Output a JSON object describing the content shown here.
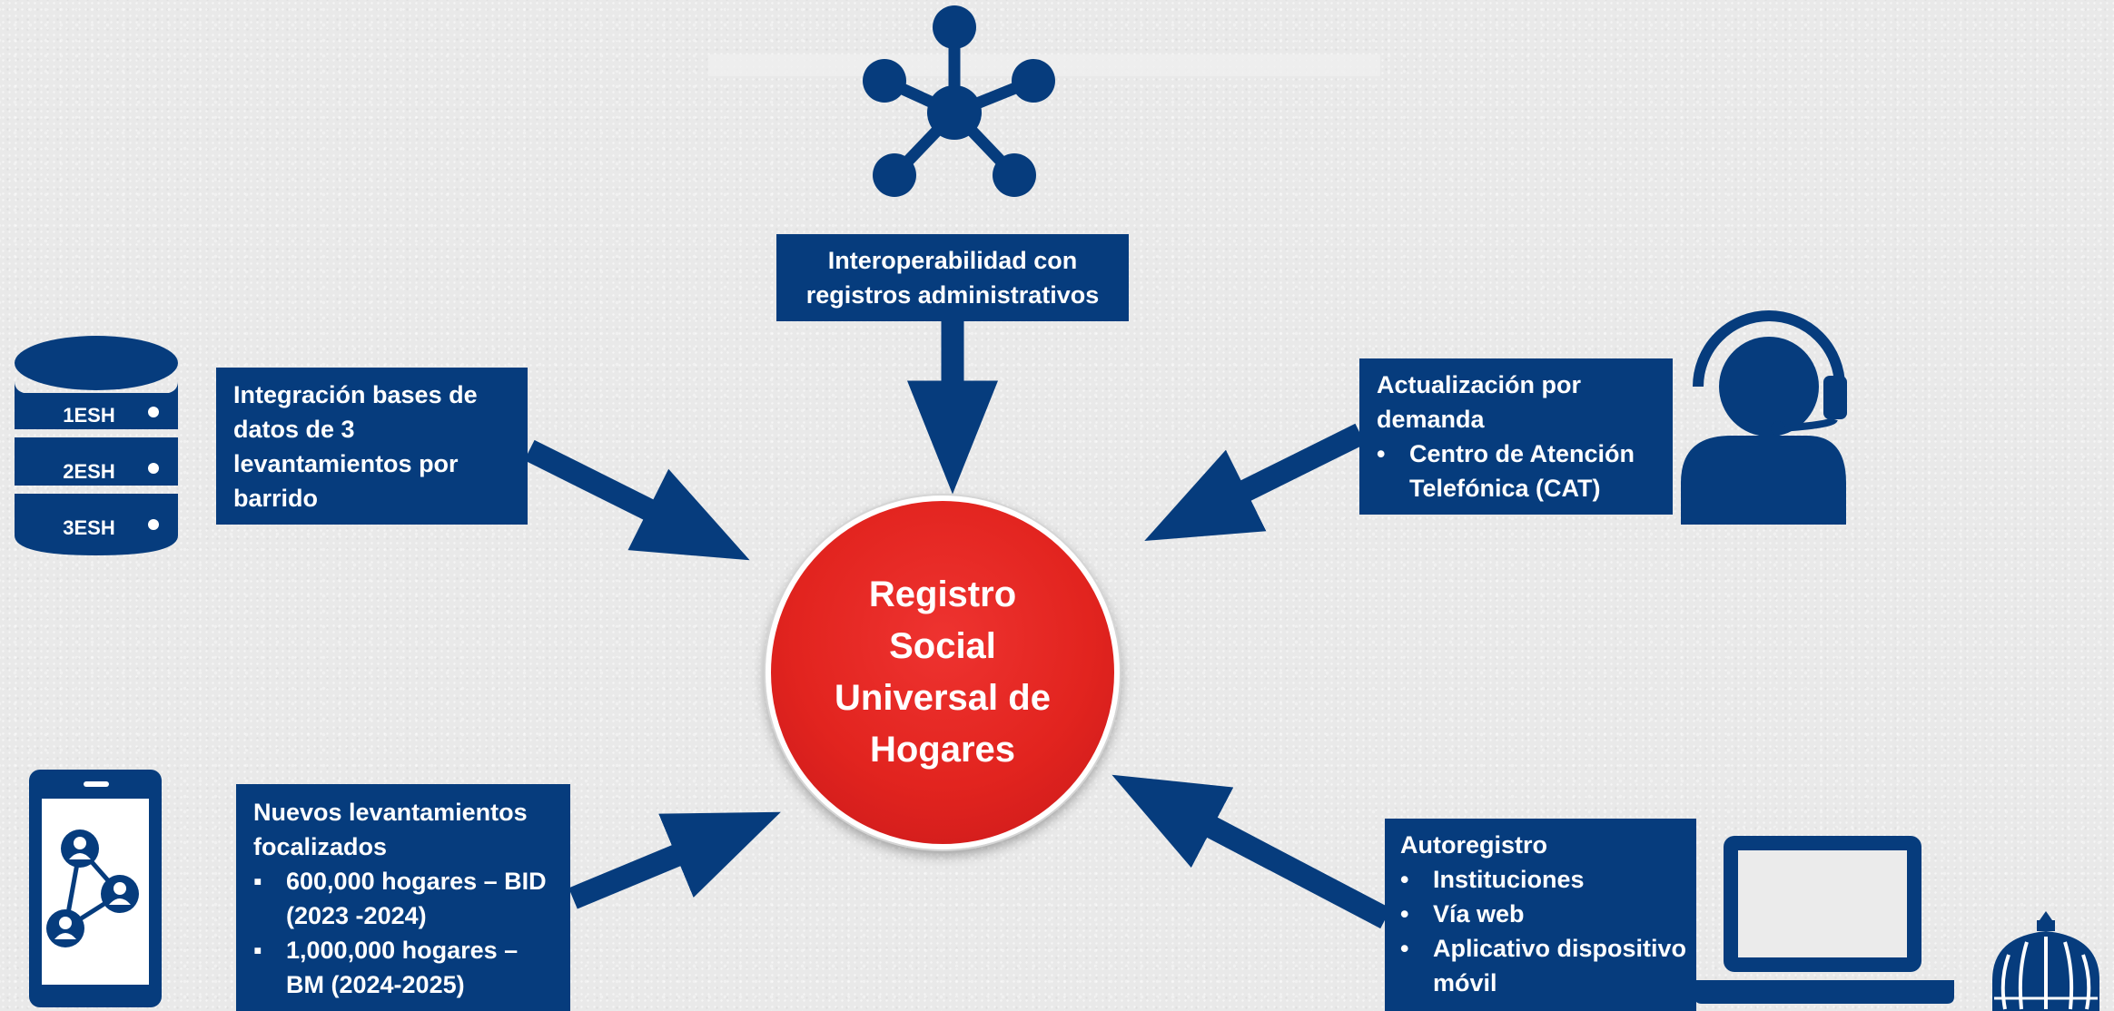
{
  "center": {
    "label": "Registro Social Universal de Hogares",
    "color": "#e2241f"
  },
  "colors": {
    "navy": "#063c7d",
    "white": "#ffffff"
  },
  "nodes": {
    "interop": {
      "icon": "network-hub-icon",
      "text": "Interoperabilidad con registros administrativos"
    },
    "integracion": {
      "icon": "database-icon",
      "text": "Integración bases de datos de 3 levantamientos por barrido",
      "db_labels": [
        "1ESH",
        "2ESH",
        "3ESH"
      ]
    },
    "actualizacion": {
      "icon": "call-center-agent-icon",
      "title": "Actualización por demanda",
      "items": [
        "Centro de Atención Telefónica (CAT)"
      ]
    },
    "nuevos": {
      "icon": "mobile-phone-network-icon",
      "title": "Nuevos levantamientos focalizados",
      "items": [
        "600,000 hogares – BID (2023 -2024)",
        "1,000,000 hogares – BM (2024-2025)"
      ]
    },
    "autoregistro": {
      "icon": "laptop-icon",
      "title": "Autoregistro",
      "items": [
        "Instituciones",
        "Vía web",
        "Aplicativo dispositivo móvil"
      ]
    }
  },
  "logo": {
    "icon": "dome-logo-icon"
  }
}
